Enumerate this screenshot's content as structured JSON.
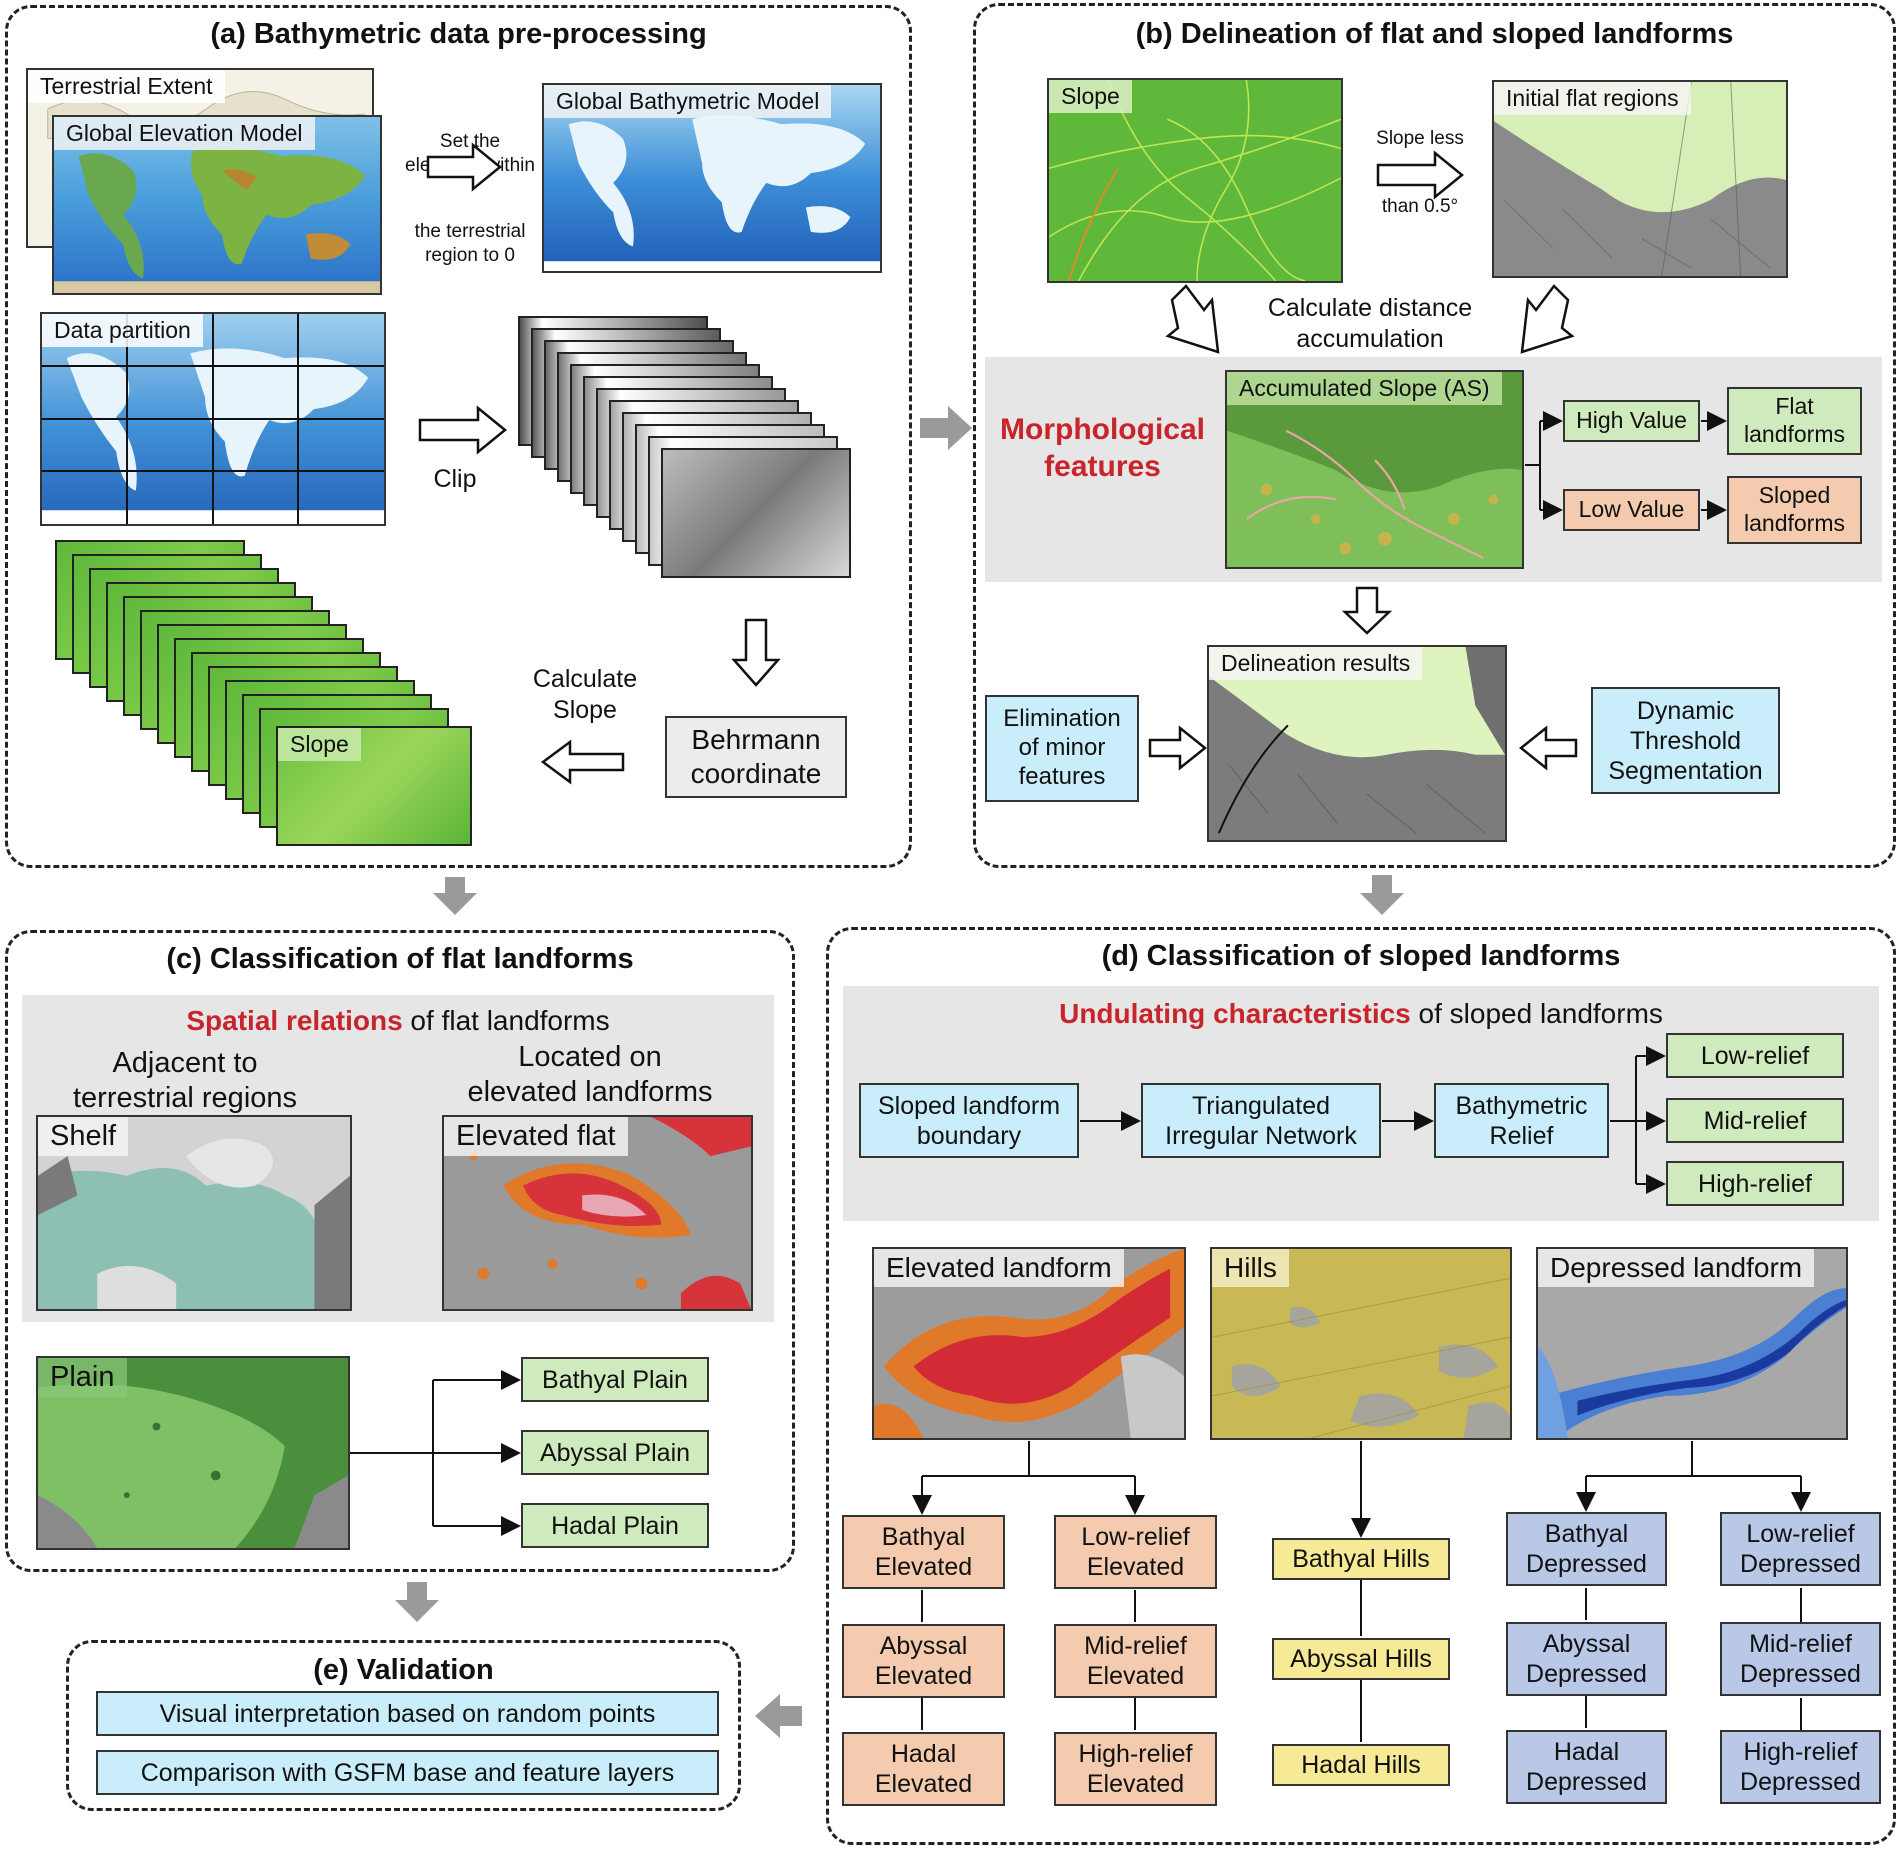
{
  "panels": {
    "a": {
      "title": "(a) Bathymetric data pre-processing",
      "terrestrial_extent": "Terrestrial Extent",
      "global_elevation_model": "Global Elevation Model",
      "arrow_text_1": "Set the",
      "arrow_text_2": "elevation within",
      "arrow_text_3": "the terrestrial",
      "arrow_text_4": "region to 0",
      "global_bathymetric_model": "Global Bathymetric Model",
      "data_partition": "Data partition",
      "clip": "Clip",
      "calculate_slope_1": "Calculate",
      "calculate_slope_2": "Slope",
      "behrmann_1": "Behrmann",
      "behrmann_2": "coordinate",
      "slope": "Slope"
    },
    "b": {
      "title": "(b) Delineation of flat and sloped landforms",
      "slope": "Slope",
      "slope_less_1": "Slope less",
      "slope_less_2": "than 0.5°",
      "initial_flat": "Initial flat regions",
      "calc_dist_1": "Calculate distance",
      "calc_dist_2": "accumulation",
      "morph_1": "Morphological",
      "morph_2": "features",
      "accumulated_slope": "Accumulated Slope (AS)",
      "high_value": "High Value",
      "low_value": "Low Value",
      "flat_1": "Flat",
      "flat_2": "landforms",
      "sloped_1": "Sloped",
      "sloped_2": "landforms",
      "delineation_results": "Delineation results",
      "elim_1": "Elimination",
      "elim_2": "of minor",
      "elim_3": "features",
      "dyn_1": "Dynamic",
      "dyn_2": "Threshold",
      "dyn_3": "Segmentation"
    },
    "c": {
      "title": "(c) Classification of flat landforms",
      "spatial_red": "Spatial relations",
      "spatial_rest": " of flat landforms",
      "adjacent_1": "Adjacent to",
      "adjacent_2": "terrestrial regions",
      "located_1": "Located on",
      "located_2": "elevated landforms",
      "shelf": "Shelf",
      "elevated_flat": "Elevated flat",
      "plain": "Plain",
      "bathyal_plain": "Bathyal Plain",
      "abyssal_plain": "Abyssal Plain",
      "hadal_plain": "Hadal Plain"
    },
    "d": {
      "title": "(d) Classification of sloped landforms",
      "undulating_red": "Undulating characteristics",
      "undulating_rest": " of sloped landforms",
      "sloped_boundary_1": "Sloped landform",
      "sloped_boundary_2": "boundary",
      "tin_1": "Triangulated",
      "tin_2": "Irregular Network",
      "relief_1": "Bathymetric",
      "relief_2": "Relief",
      "low_relief": "Low-relief",
      "mid_relief": "Mid-relief",
      "high_relief": "High-relief",
      "elevated_landform": "Elevated landform",
      "hills": "Hills",
      "depressed_landform": "Depressed landform",
      "elevated_boxes": [
        [
          "Bathyal",
          "Elevated"
        ],
        [
          "Abyssal",
          "Elevated"
        ],
        [
          "Hadal",
          "Elevated"
        ],
        [
          "Low-relief",
          "Elevated"
        ],
        [
          "Mid-relief",
          "Elevated"
        ],
        [
          "High-relief",
          "Elevated"
        ]
      ],
      "hills_boxes": [
        "Bathyal Hills",
        "Abyssal Hills",
        "Hadal Hills"
      ],
      "depressed_boxes": [
        [
          "Bathyal",
          "Depressed"
        ],
        [
          "Abyssal",
          "Depressed"
        ],
        [
          "Hadal",
          "Depressed"
        ],
        [
          "Low-relief",
          "Depressed"
        ],
        [
          "Mid-relief",
          "Depressed"
        ],
        [
          "High-relief",
          "Depressed"
        ]
      ]
    },
    "e": {
      "title": "(e) Validation",
      "item_1": "Visual interpretation based on random points",
      "item_2": "Comparison with GSFM base and feature layers"
    }
  },
  "colors": {
    "green_box": "#cfeabd",
    "orange_box": "#f4cbae",
    "blue_box": "#c9edfb",
    "yellow_box": "#f6ea96",
    "purple_box": "#b8c8e6",
    "highlight_red": "#c8242b"
  }
}
